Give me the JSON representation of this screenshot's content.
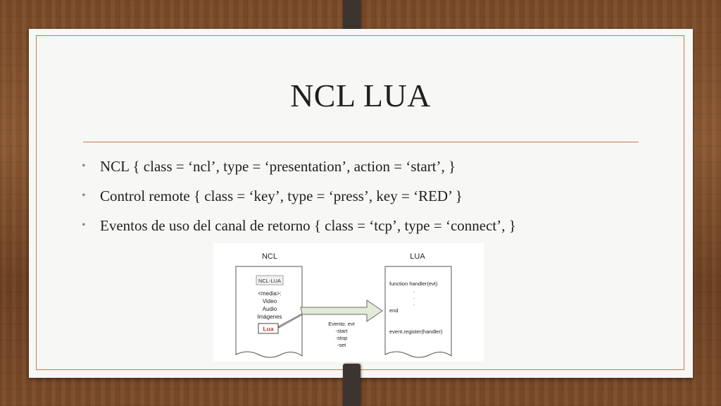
{
  "slide": {
    "title": "NCL LUA",
    "bullets": [
      "NCL { class = ‘ncl’, type = ‘presentation’, action = ‘start’, }",
      "Control remote { class = ‘key’, type = ‘press’, key = ‘RED’ }",
      "Eventos de uso del canal de retorno { class = ‘tcp’, type = ‘connect’, }"
    ],
    "bullet_symbol": "•"
  },
  "diagram": {
    "ncl_heading": "NCL",
    "lua_heading": "LUA",
    "ncl_lua_box": "NCL-LUA",
    "media_lines": [
      "<media>:",
      "Video",
      "Audio",
      "Imágenes"
    ],
    "lua_box": "Lua",
    "event_lines": [
      "Evento: evt",
      "-start",
      "-stop",
      "-set"
    ],
    "code_lines": [
      "function handler(evt)",
      ".",
      ".",
      ".",
      "end",
      "event.register(handler)"
    ],
    "colors": {
      "lua_box_text": "#c0392b",
      "arrow_fill": "#e3ead6",
      "arrow_stroke": "#6b6b6b"
    }
  }
}
